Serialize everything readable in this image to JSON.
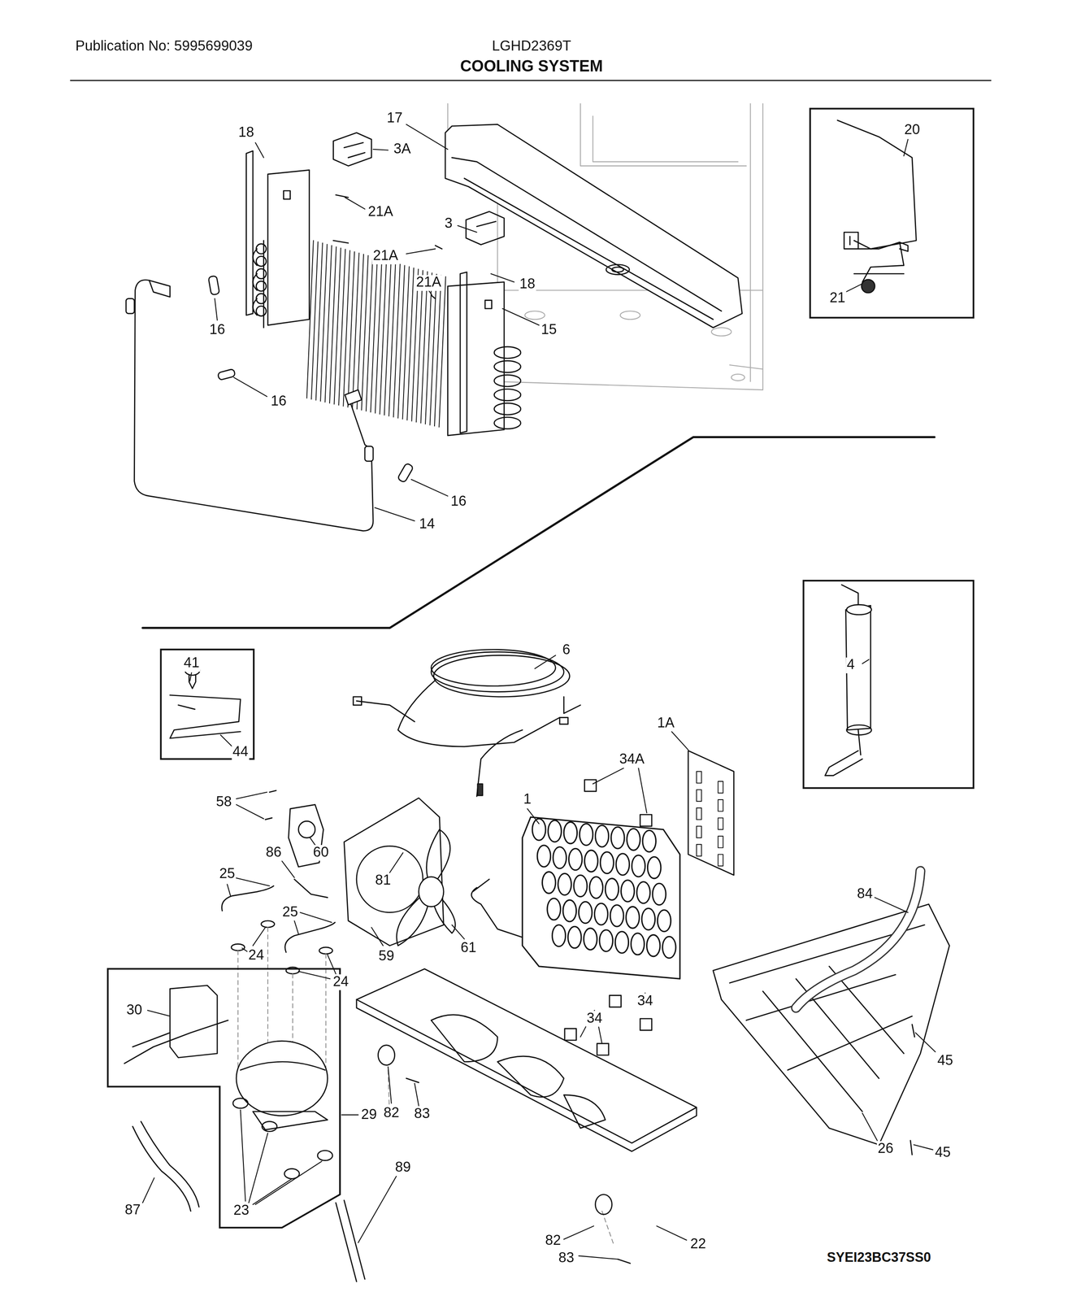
{
  "diagram": {
    "title": "COOLING SYSTEM",
    "nodes": [
      {
        "text": [
          "20",
          "21"
        ]
      },
      {
        "text": [
          "41",
          "44"
        ]
      },
      {
        "text": [
          "4"
        ]
      },
      {
        "text": [
          "30",
          "23"
        ]
      }
    ],
    "labels": [
      "Publication No: 5995699039",
      "LGHD2369T",
      "18",
      "17",
      "3A",
      "21A",
      "3",
      "21A",
      "21A",
      "18",
      "16",
      "15",
      "16",
      "16",
      "14",
      "6",
      "1A",
      "34A",
      "58",
      "1",
      "60",
      "86",
      "25",
      "81",
      "84",
      "25",
      "24",
      "59",
      "61",
      "24",
      "34",
      "34",
      "45",
      "82",
      "83",
      "29",
      "26",
      "45",
      "89",
      "87",
      "22",
      "82",
      "83",
      "SYEI23BC37SS0"
    ]
  }
}
